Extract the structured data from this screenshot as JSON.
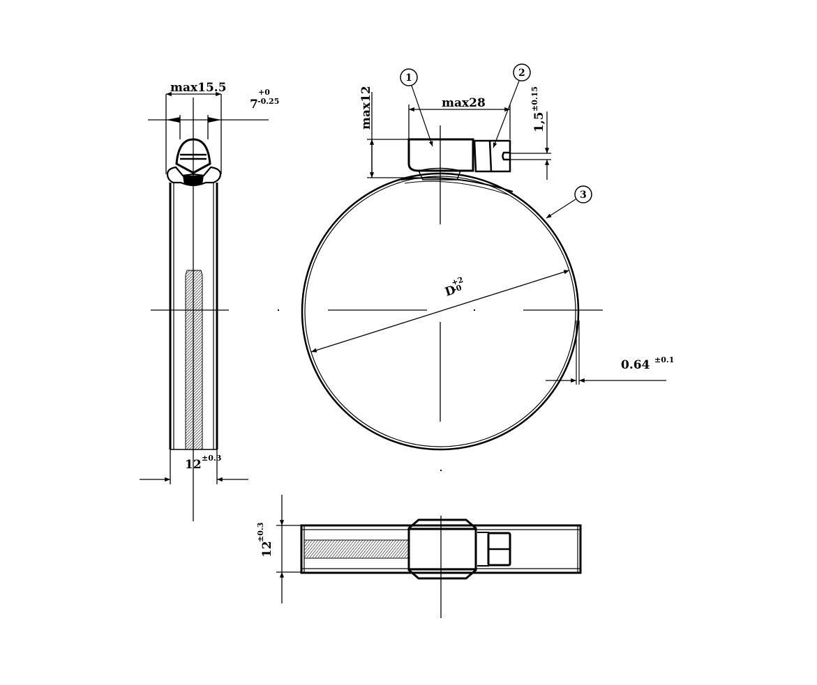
{
  "drawing": {
    "subject": "Worm-drive hose clamp",
    "background": "#ffffff",
    "line_color": "#000000",
    "views": {
      "side_view": {
        "dimensions": {
          "top_width": {
            "label": "max15.5"
          },
          "screw_slot": {
            "base": "7",
            "tol_upper": "+0",
            "tol_lower": "-0.25"
          },
          "band_width": {
            "base": "12",
            "tol": "±0.3"
          }
        }
      },
      "front_view": {
        "dimensions": {
          "housing_length": {
            "label": "max28"
          },
          "housing_height": {
            "label": "max12"
          },
          "slot_width": {
            "base": "1,5",
            "tol": "±0.15"
          },
          "diameter": {
            "base": "D",
            "tol_upper": "+2",
            "tol_lower": "-0"
          },
          "band_thickness": {
            "base": "0.64",
            "tol": "±0.1"
          }
        },
        "balloons": [
          {
            "number": "1",
            "refers_to": "housing"
          },
          {
            "number": "2",
            "refers_to": "screw"
          },
          {
            "number": "3",
            "refers_to": "band"
          }
        ]
      },
      "top_view": {
        "dimensions": {
          "band_width": {
            "base": "12",
            "tol": "±0.3"
          }
        }
      }
    }
  }
}
